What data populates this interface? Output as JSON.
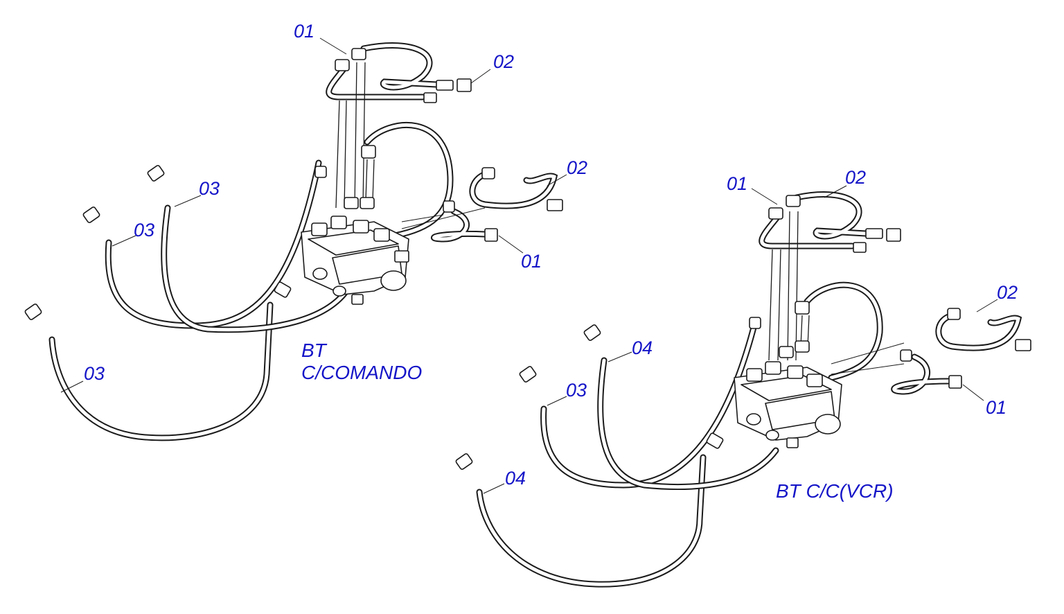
{
  "assemblies": [
    {
      "title_lines": [
        "BT",
        "C/COMANDO"
      ],
      "callouts": [
        "01",
        "02",
        "02",
        "01",
        "03",
        "03",
        "03"
      ]
    },
    {
      "title_lines": [
        "BT C/C(VCR)"
      ],
      "callouts": [
        "01",
        "02",
        "02",
        "01",
        "04",
        "03",
        "04"
      ]
    }
  ],
  "colors": {
    "label": "#1515c8",
    "line": "#1a1a1a",
    "background": "#ffffff"
  }
}
